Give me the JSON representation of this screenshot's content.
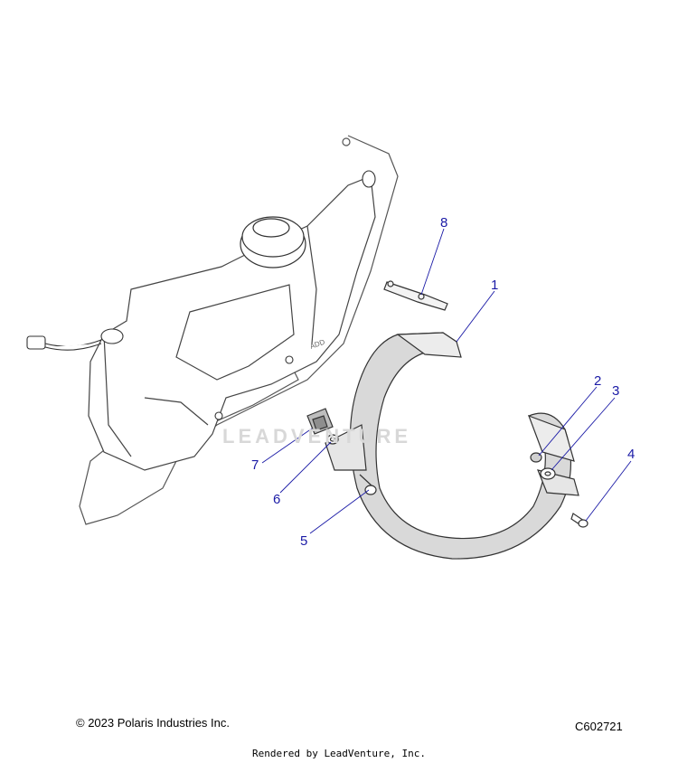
{
  "callouts": [
    {
      "id": "1",
      "label": "1"
    },
    {
      "id": "2",
      "label": "2"
    },
    {
      "id": "3",
      "label": "3"
    },
    {
      "id": "4",
      "label": "4"
    },
    {
      "id": "5",
      "label": "5"
    },
    {
      "id": "6",
      "label": "6"
    },
    {
      "id": "7",
      "label": "7"
    },
    {
      "id": "8",
      "label": "8"
    }
  ],
  "watermark": "LEADVENTURE",
  "tank_mark": "ADD",
  "footer": {
    "copyright": "© 2023 Polaris Industries Inc.",
    "code": "C602721",
    "rendered_by": "Rendered by LeadVenture, Inc."
  },
  "colors": {
    "line": "#333333",
    "callout": "#1a1aa6",
    "strap": "#d9d9d9"
  }
}
